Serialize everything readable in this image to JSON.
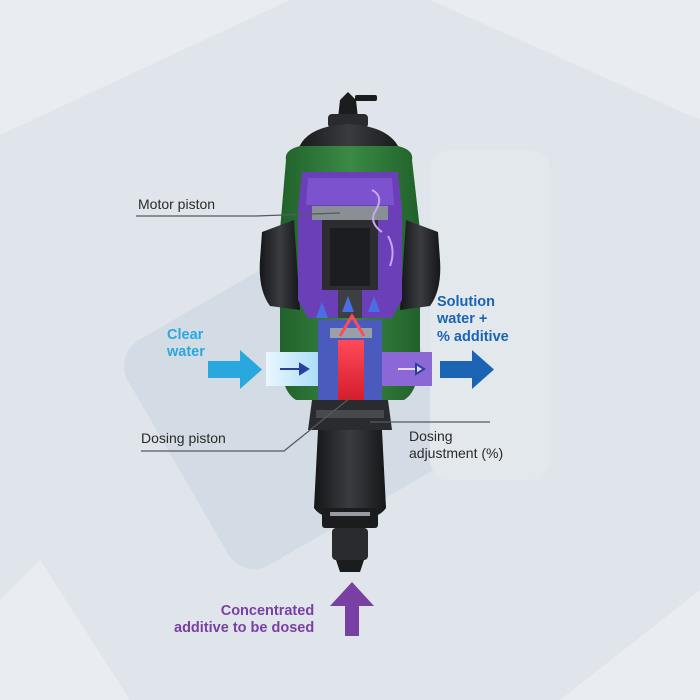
{
  "colors": {
    "background": "#dfe5ea",
    "watermark": "#cdd7e0",
    "clear_water": "#29a8e0",
    "solution": "#1b63b3",
    "additive": "#7a3fa3",
    "housing_green": "#2f7a3a",
    "housing_black": "#1e1f21",
    "chamber_purple": "#6a3fb8",
    "dosing_red": "#e02a3a"
  },
  "labels": {
    "motor_piston": "Motor piston",
    "dosing_piston": "Dosing piston",
    "dosing_adjustment": [
      "Dosing",
      "adjustment (%)"
    ],
    "clear_water": [
      "Clear",
      "water"
    ],
    "solution_water": [
      "Solution",
      "water +",
      "% additive"
    ],
    "concentrated_additive": [
      "Concentrated",
      "additive to be dosed"
    ]
  },
  "icons": {
    "inlet_arrow": "arrow-right-icon",
    "outlet_arrow": "arrow-right-icon",
    "additive_arrow": "arrow-up-icon"
  }
}
